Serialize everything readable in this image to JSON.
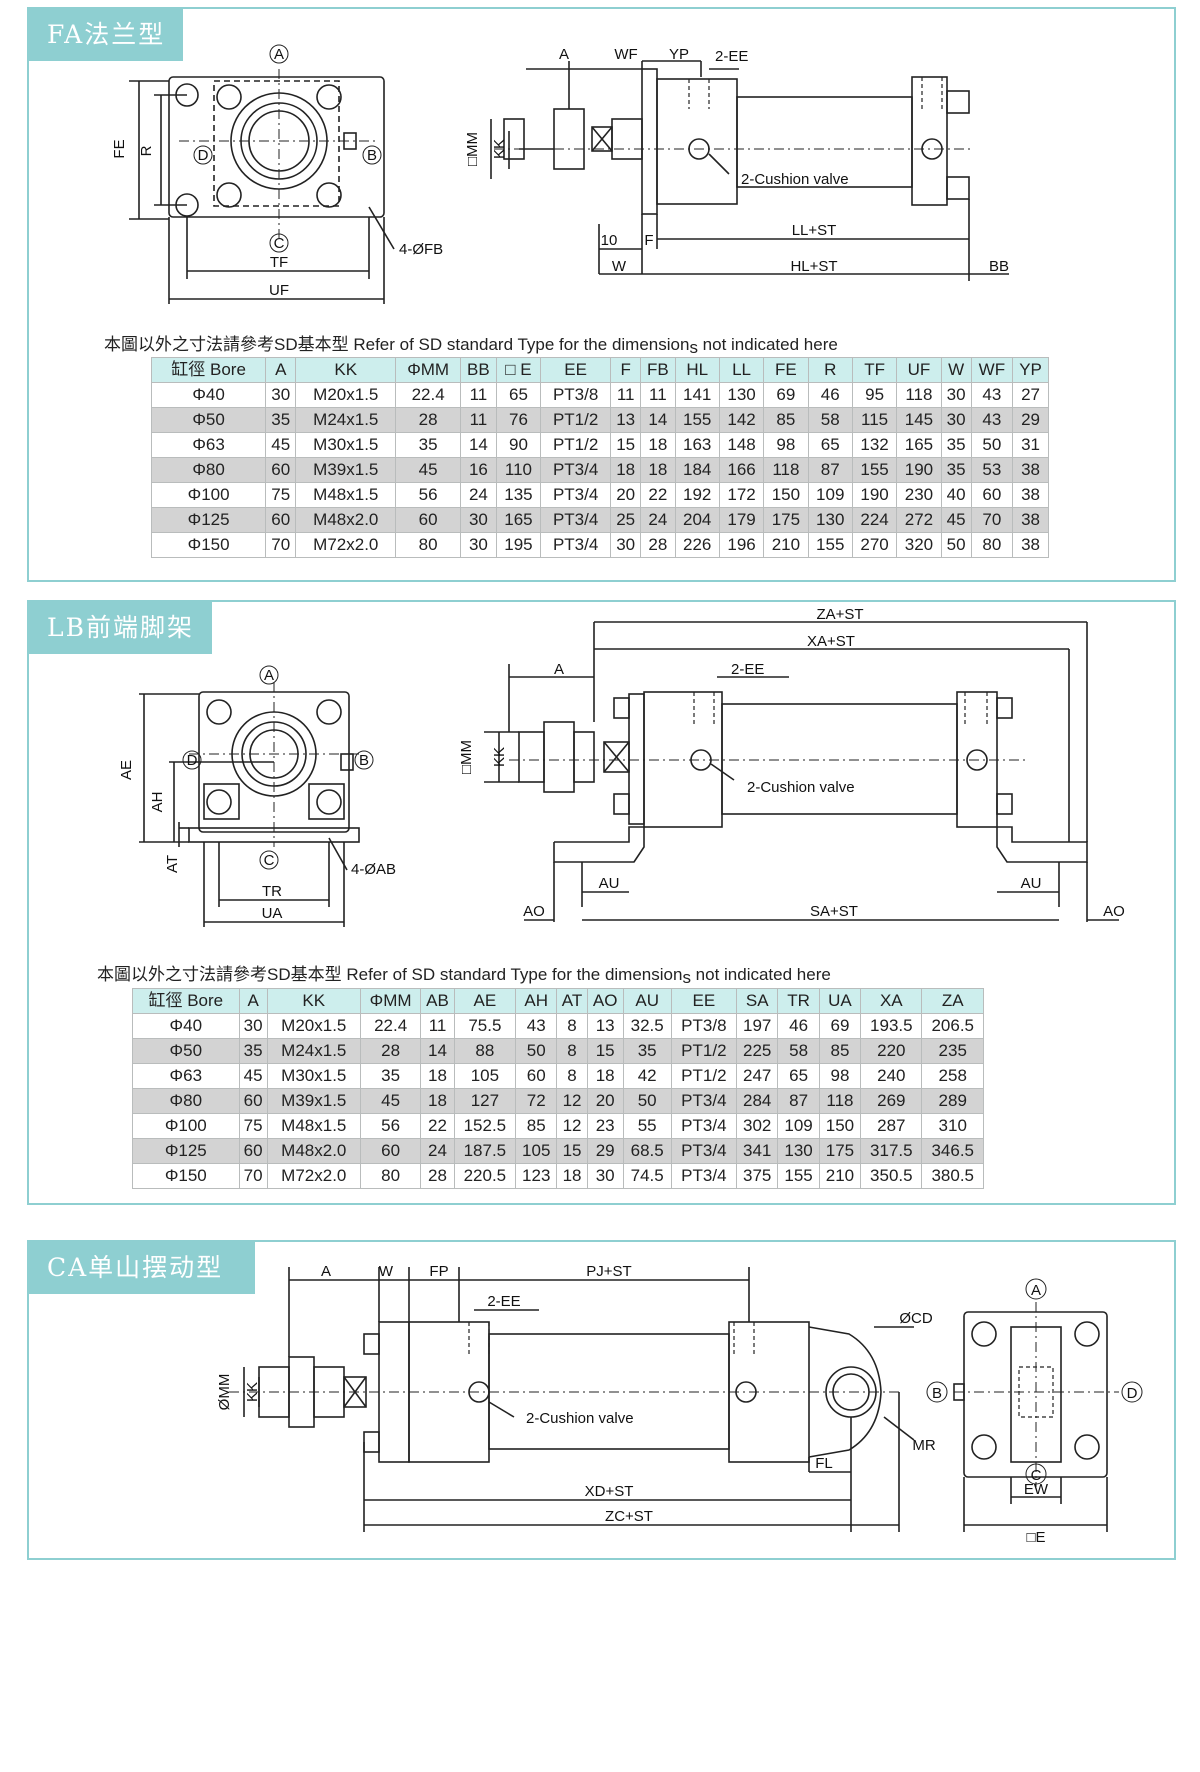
{
  "sections": {
    "fa": {
      "title": "FA法兰型",
      "labels": {
        "A": "A",
        "B": "B",
        "C": "C",
        "D": "D",
        "FE": "FE",
        "R": "R",
        "TF": "TF",
        "UF": "UF",
        "FB": "4-ØFB",
        "dA": "A",
        "WF": "WF",
        "YP": "YP",
        "EE": "2-EE",
        "MM": "□MM",
        "KK": "KK",
        "cushion": "2-Cushion valve",
        "ten": "10",
        "F": "F",
        "LLST": "LL+ST",
        "W": "W",
        "HLST": "HL+ST",
        "BB": "BB"
      },
      "note": {
        "main": "本圖以外之寸法請參考SD基本型 Refer of SD standard Type for the dimension",
        "sub": "s",
        "tail": " not indicated here"
      },
      "table": {
        "headers": [
          "缸徑 Bore",
          "A",
          "KK",
          "ΦMM",
          "BB",
          "□ E",
          "EE",
          "F",
          "FB",
          "HL",
          "LL",
          "FE",
          "R",
          "TF",
          "UF",
          "W",
          "WF",
          "YP"
        ],
        "rows": [
          [
            "Φ40",
            "30",
            "M20x1.5",
            "22.4",
            "11",
            "65",
            "PT3/8",
            "11",
            "11",
            "141",
            "130",
            "69",
            "46",
            "95",
            "118",
            "30",
            "43",
            "27"
          ],
          [
            "Φ50",
            "35",
            "M24x1.5",
            "28",
            "11",
            "76",
            "PT1/2",
            "13",
            "14",
            "155",
            "142",
            "85",
            "58",
            "115",
            "145",
            "30",
            "43",
            "29"
          ],
          [
            "Φ63",
            "45",
            "M30x1.5",
            "35",
            "14",
            "90",
            "PT1/2",
            "15",
            "18",
            "163",
            "148",
            "98",
            "65",
            "132",
            "165",
            "35",
            "50",
            "31"
          ],
          [
            "Φ80",
            "60",
            "M39x1.5",
            "45",
            "16",
            "110",
            "PT3/4",
            "18",
            "18",
            "184",
            "166",
            "118",
            "87",
            "155",
            "190",
            "35",
            "53",
            "38"
          ],
          [
            "Φ100",
            "75",
            "M48x1.5",
            "56",
            "24",
            "135",
            "PT3/4",
            "20",
            "22",
            "192",
            "172",
            "150",
            "109",
            "190",
            "230",
            "40",
            "60",
            "38"
          ],
          [
            "Φ125",
            "60",
            "M48x2.0",
            "60",
            "30",
            "165",
            "PT3/4",
            "25",
            "24",
            "204",
            "179",
            "175",
            "130",
            "224",
            "272",
            "45",
            "70",
            "38"
          ],
          [
            "Φ150",
            "70",
            "M72x2.0",
            "80",
            "30",
            "195",
            "PT3/4",
            "30",
            "28",
            "226",
            "196",
            "210",
            "155",
            "270",
            "320",
            "50",
            "80",
            "38"
          ]
        ]
      }
    },
    "lb": {
      "title": "LB前端脚架",
      "labels": {
        "A": "A",
        "B": "B",
        "C": "C",
        "D": "D",
        "AE": "AE",
        "AH": "AH",
        "AT": "AT",
        "TR": "TR",
        "UA": "UA",
        "AB": "4-ØAB",
        "ZAST": "ZA+ST",
        "XAST": "XA+ST",
        "dA": "A",
        "EE": "2-EE",
        "MM": "□MM",
        "KK": "KK",
        "cushion": "2-Cushion valve",
        "AU1": "AU",
        "AU2": "AU",
        "AO1": "AO",
        "AO2": "AO",
        "SAST": "SA+ST"
      },
      "note": {
        "main": "本圖以外之寸法請參考SD基本型 Refer of SD standard Type for the dimension",
        "sub": "s",
        "tail": " not indicated here"
      },
      "table": {
        "headers": [
          "缸徑 Bore",
          "A",
          "KK",
          "ΦMM",
          "AB",
          "AE",
          "AH",
          "AT",
          "AO",
          "AU",
          "EE",
          "SA",
          "TR",
          "UA",
          "XA",
          "ZA"
        ],
        "rows": [
          [
            "Φ40",
            "30",
            "M20x1.5",
            "22.4",
            "11",
            "75.5",
            "43",
            "8",
            "13",
            "32.5",
            "PT3/8",
            "197",
            "46",
            "69",
            "193.5",
            "206.5"
          ],
          [
            "Φ50",
            "35",
            "M24x1.5",
            "28",
            "14",
            "88",
            "50",
            "8",
            "15",
            "35",
            "PT1/2",
            "225",
            "58",
            "85",
            "220",
            "235"
          ],
          [
            "Φ63",
            "45",
            "M30x1.5",
            "35",
            "18",
            "105",
            "60",
            "8",
            "18",
            "42",
            "PT1/2",
            "247",
            "65",
            "98",
            "240",
            "258"
          ],
          [
            "Φ80",
            "60",
            "M39x1.5",
            "45",
            "18",
            "127",
            "72",
            "12",
            "20",
            "50",
            "PT3/4",
            "284",
            "87",
            "118",
            "269",
            "289"
          ],
          [
            "Φ100",
            "75",
            "M48x1.5",
            "56",
            "22",
            "152.5",
            "85",
            "12",
            "23",
            "55",
            "PT3/4",
            "302",
            "109",
            "150",
            "287",
            "310"
          ],
          [
            "Φ125",
            "60",
            "M48x2.0",
            "60",
            "24",
            "187.5",
            "105",
            "15",
            "29",
            "68.5",
            "PT3/4",
            "341",
            "130",
            "175",
            "317.5",
            "346.5"
          ],
          [
            "Φ150",
            "70",
            "M72x2.0",
            "80",
            "28",
            "220.5",
            "123",
            "18",
            "30",
            "74.5",
            "PT3/4",
            "375",
            "155",
            "210",
            "350.5",
            "380.5"
          ]
        ]
      }
    },
    "ca": {
      "title": "CA单山摆动型",
      "labels": {
        "A": "A",
        "W": "W",
        "FP": "FP",
        "PJST": "PJ+ST",
        "EE": "2-EE",
        "MM": "ØMM",
        "KK": "KK",
        "cushion": "2-Cushion valve",
        "CD": "ØCD",
        "MR": "MR",
        "FL": "FL",
        "XDST": "XD+ST",
        "ZCST": "ZC+ST",
        "vA": "A",
        "vB": "B",
        "vC": "C",
        "vD": "D",
        "EW": "EW",
        "E": "□E"
      }
    }
  }
}
